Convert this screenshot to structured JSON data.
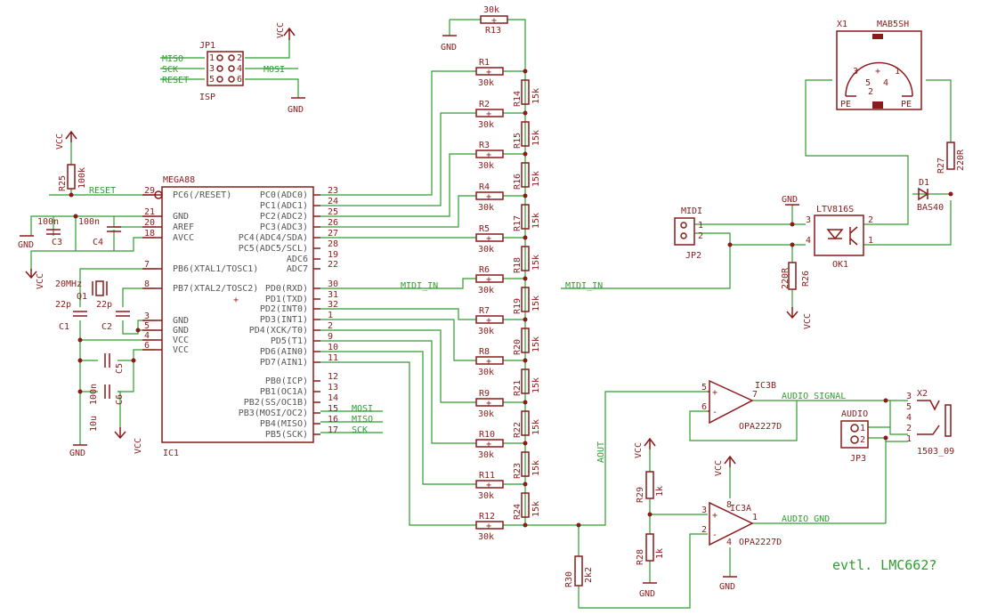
{
  "power": {
    "vcc": "VCC",
    "gnd": "GND"
  },
  "mcu": {
    "ref": "IC1",
    "value": "MEGA88",
    "left": [
      {
        "label": "PC6(/RESET)",
        "num": "29"
      },
      {
        "label": "GND",
        "num": "21"
      },
      {
        "label": "AREF",
        "num": "20"
      },
      {
        "label": "AVCC",
        "num": "18"
      },
      {
        "label": "PB6(XTAL1/TOSC1)",
        "num": "7"
      },
      {
        "label": "PB7(XTAL2/TOSC2)",
        "num": "8"
      },
      {
        "label": "GND",
        "num": "3"
      },
      {
        "label": "GND",
        "num": "5"
      },
      {
        "label": "VCC",
        "num": "4"
      },
      {
        "label": "VCC",
        "num": "6"
      }
    ],
    "right": [
      {
        "label": "PC0(ADC0)",
        "num": "23"
      },
      {
        "label": "PC1(ADC1)",
        "num": "24"
      },
      {
        "label": "PC2(ADC2)",
        "num": "25"
      },
      {
        "label": "PC3(ADC3)",
        "num": "26"
      },
      {
        "label": "PC4(ADC4/SDA)",
        "num": "27"
      },
      {
        "label": "PC5(ADC5/SCL)",
        "num": "28"
      },
      {
        "label": "ADC6",
        "num": "19"
      },
      {
        "label": "ADC7",
        "num": "22"
      },
      {
        "label": "PD0(RXD)",
        "num": "30"
      },
      {
        "label": "PD1(TXD)",
        "num": "31"
      },
      {
        "label": "PD2(INT0)",
        "num": "32"
      },
      {
        "label": "PD3(INT1)",
        "num": "1"
      },
      {
        "label": "PD4(XCK/T0)",
        "num": "2"
      },
      {
        "label": "PD5(T1)",
        "num": "9"
      },
      {
        "label": "PD6(AIN0)",
        "num": "10"
      },
      {
        "label": "PD7(AIN1)",
        "num": "11"
      },
      {
        "label": "PB0(ICP)",
        "num": "12"
      },
      {
        "label": "PB1(OC1A)",
        "num": "13"
      },
      {
        "label": "PB2(SS/OC1B)",
        "num": "14"
      },
      {
        "label": "PB3(MOSI/OC2)",
        "num": "15"
      },
      {
        "label": "PB4(MISO)",
        "num": "16"
      },
      {
        "label": "PB5(SCK)",
        "num": "17"
      }
    ]
  },
  "isp": {
    "ref": "JP1",
    "name": "ISP",
    "pins": [
      "1",
      "2",
      "3",
      "4",
      "5",
      "6"
    ],
    "signals": {
      "miso": "MISO",
      "sck": "SCK",
      "reset": "RESET",
      "mosi": "MOSI"
    }
  },
  "nets": {
    "reset": "RESET",
    "midi_in": "MIDI_IN",
    "mosi": "MOSI",
    "miso": "MISO",
    "sck": "SCK",
    "aout": "AOUT",
    "audio_signal": "AUDIO_SIGNAL",
    "audio_gnd": "AUDIO_GND"
  },
  "ladder_in": [
    {
      "ref": "R1",
      "value": "30k"
    },
    {
      "ref": "R2",
      "value": "30k"
    },
    {
      "ref": "R3",
      "value": "30k"
    },
    {
      "ref": "R4",
      "value": "30k"
    },
    {
      "ref": "R5",
      "value": "30k"
    },
    {
      "ref": "R6",
      "value": "30k"
    },
    {
      "ref": "R7",
      "value": "30k"
    },
    {
      "ref": "R8",
      "value": "30k"
    },
    {
      "ref": "R9",
      "value": "30k"
    },
    {
      "ref": "R10",
      "value": "30k"
    },
    {
      "ref": "R11",
      "value": "30k"
    },
    {
      "ref": "R12",
      "value": "30k"
    }
  ],
  "ladder_chain": [
    {
      "ref": "R14",
      "value": "15k"
    },
    {
      "ref": "R15",
      "value": "15k"
    },
    {
      "ref": "R16",
      "value": "15k"
    },
    {
      "ref": "R17",
      "value": "15k"
    },
    {
      "ref": "R18",
      "value": "15k"
    },
    {
      "ref": "R19",
      "value": "15k"
    },
    {
      "ref": "R20",
      "value": "15k"
    },
    {
      "ref": "R21",
      "value": "15k"
    },
    {
      "ref": "R22",
      "value": "15k"
    },
    {
      "ref": "R23",
      "value": "15k"
    },
    {
      "ref": "R24",
      "value": "15k"
    }
  ],
  "r13": {
    "ref": "R13",
    "value": "30k"
  },
  "r25": {
    "ref": "R25",
    "value": "100k"
  },
  "r26": {
    "ref": "R26",
    "value": "220R"
  },
  "r27": {
    "ref": "R27",
    "value": "220R"
  },
  "r28": {
    "ref": "R28",
    "value": "1k"
  },
  "r29": {
    "ref": "R29",
    "value": "1k"
  },
  "r30": {
    "ref": "R30",
    "value": "2k2"
  },
  "caps": {
    "c1": {
      "ref": "C1",
      "value": "22p"
    },
    "c2": {
      "ref": "C2",
      "value": "22p"
    },
    "c3": {
      "ref": "C3",
      "value": "100n"
    },
    "c4": {
      "ref": "C4",
      "value": "100n"
    },
    "c5": {
      "ref": "C5",
      "value": "100n"
    },
    "c6": {
      "ref": "C6",
      "value": "10u"
    }
  },
  "crystal": {
    "ref": "Q1",
    "value": "20MHz"
  },
  "midi_header": {
    "ref": "JP2",
    "name": "MIDI",
    "pins": [
      "1",
      "2"
    ]
  },
  "audio_header": {
    "ref": "JP3",
    "name": "AUDIO",
    "pins": [
      "1",
      "2"
    ]
  },
  "din": {
    "ref": "X1",
    "value": "MAB5SH",
    "pins": [
      "3",
      "1",
      "5",
      "4",
      "2"
    ],
    "pe": "PE"
  },
  "opto": {
    "ref": "OK1",
    "value": "LTV816S",
    "pins": [
      "3",
      "4",
      "2",
      "1"
    ]
  },
  "diode": {
    "ref": "D1",
    "value": "BAS40"
  },
  "opamp_b": {
    "ref": "IC3B",
    "value": "OPA2227D",
    "pins": [
      "5",
      "6",
      "7"
    ]
  },
  "opamp_a": {
    "ref": "IC3A",
    "value": "OPA2227D",
    "pins": [
      "3",
      "2",
      "1",
      "8",
      "4"
    ]
  },
  "jack": {
    "ref": "X2",
    "value": "1503_09",
    "pins": [
      "3",
      "5",
      "4",
      "2",
      "1"
    ]
  },
  "note": "evtl. LMC662?"
}
